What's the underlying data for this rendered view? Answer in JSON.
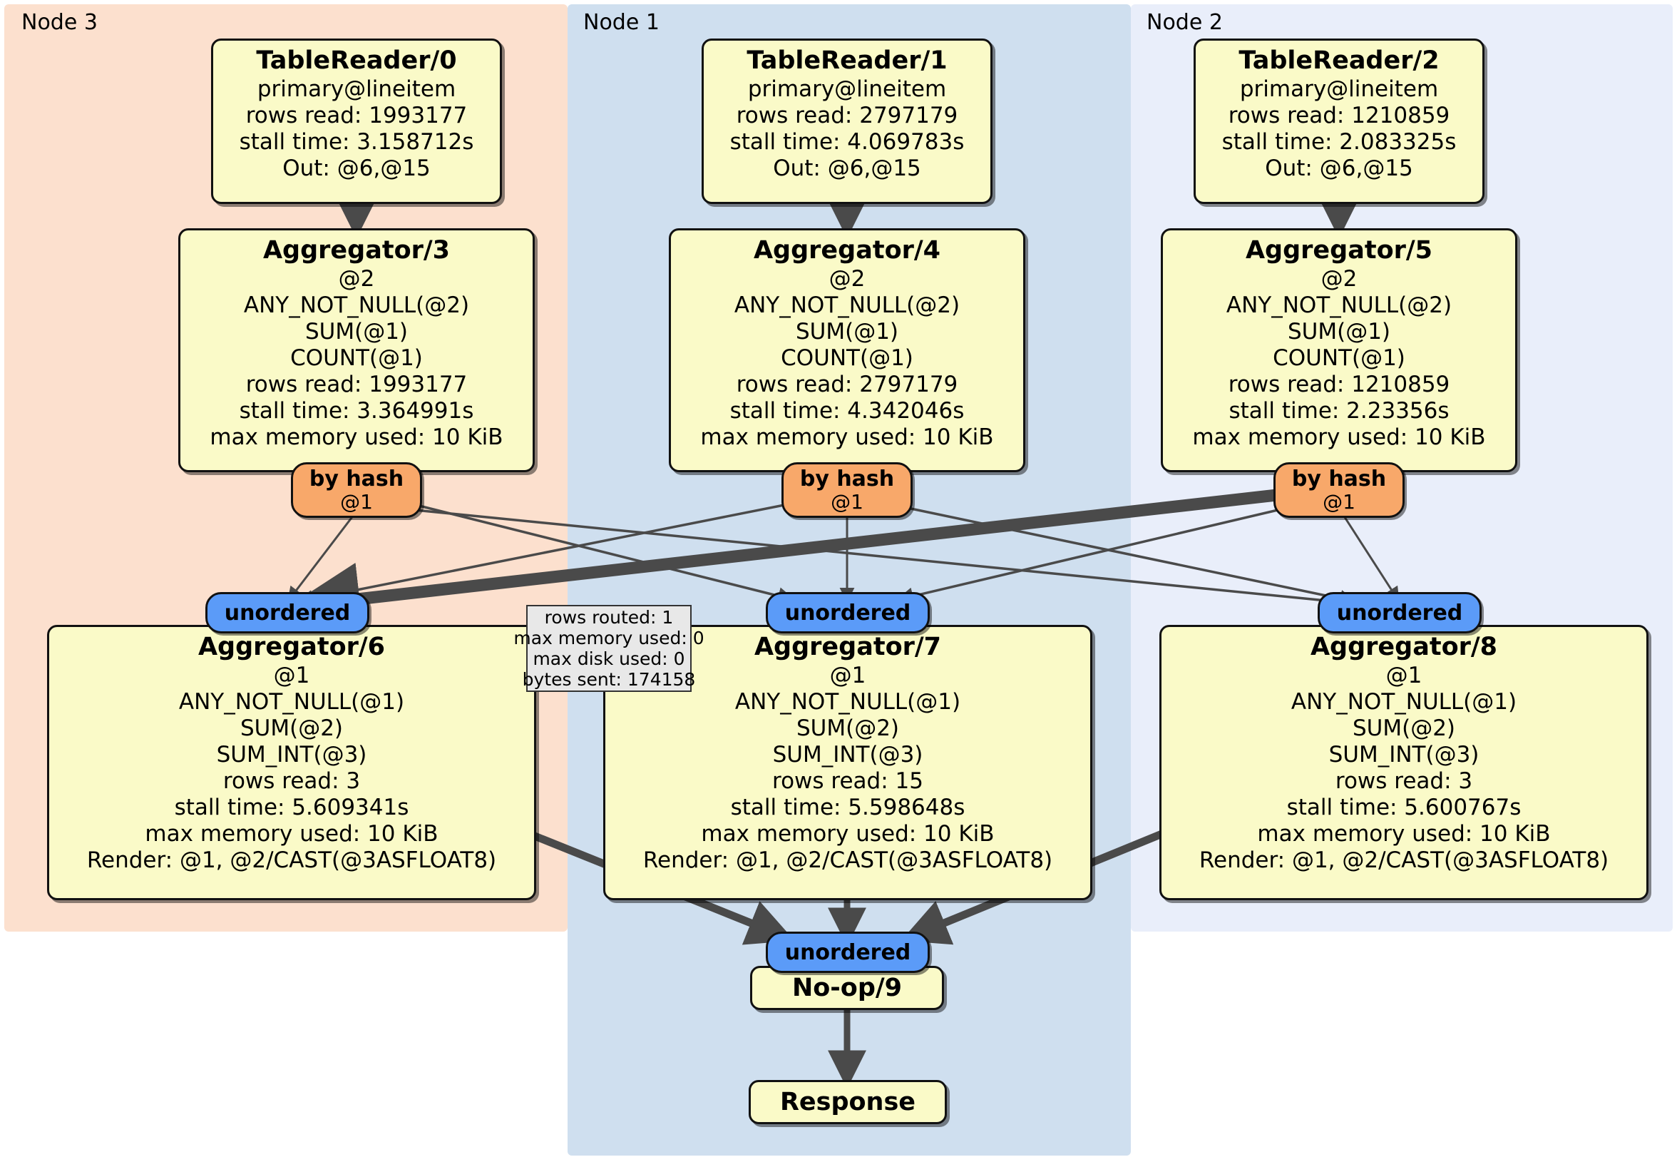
{
  "regions": [
    {
      "label": "Node 3",
      "color": "#fce0ce"
    },
    {
      "label": "Node 1",
      "color": "#cfdfef"
    },
    {
      "label": "Node 2",
      "color": "#e9eefa"
    }
  ],
  "colors": {
    "node3_bg": "#fce0ce",
    "node1_bg": "#cfdfef",
    "node2_bg": "#e9eefa",
    "box_fill": "#fafac8",
    "box_stroke": "#111111",
    "hash_fill": "#f8a86a",
    "unordered_fill": "#5b9bf8",
    "stats_fill": "#e8e8e8",
    "edge": "#4a4a4a"
  },
  "table_readers": [
    {
      "title": "TableReader/0",
      "lines": [
        "primary@lineitem",
        "rows read: 1993177",
        "stall time: 3.158712s",
        "Out: @6,@15"
      ]
    },
    {
      "title": "TableReader/1",
      "lines": [
        "primary@lineitem",
        "rows read: 2797179",
        "stall time: 4.069783s",
        "Out: @6,@15"
      ]
    },
    {
      "title": "TableReader/2",
      "lines": [
        "primary@lineitem",
        "rows read: 1210859",
        "stall time: 2.083325s",
        "Out: @6,@15"
      ]
    }
  ],
  "aggregators_mid": [
    {
      "title": "Aggregator/3",
      "lines": [
        "@2",
        "ANY_NOT_NULL(@2)",
        "SUM(@1)",
        "COUNT(@1)",
        "rows read: 1993177",
        "stall time: 3.364991s",
        "max memory used: 10 KiB"
      ]
    },
    {
      "title": "Aggregator/4",
      "lines": [
        "@2",
        "ANY_NOT_NULL(@2)",
        "SUM(@1)",
        "COUNT(@1)",
        "rows read: 2797179",
        "stall time: 4.342046s",
        "max memory used: 10 KiB"
      ]
    },
    {
      "title": "Aggregator/5",
      "lines": [
        "@2",
        "ANY_NOT_NULL(@2)",
        "SUM(@1)",
        "COUNT(@1)",
        "rows read: 1210859",
        "stall time: 2.23356s",
        "max memory used: 10 KiB"
      ]
    }
  ],
  "aggregators_bottom": [
    {
      "title": "Aggregator/6",
      "lines": [
        "@1",
        "ANY_NOT_NULL(@1)",
        "SUM(@2)",
        "SUM_INT(@3)",
        "rows read: 3",
        "stall time: 5.609341s",
        "max memory used: 10 KiB",
        "Render: @1, @2/CAST(@3ASFLOAT8)"
      ]
    },
    {
      "title": "Aggregator/7",
      "lines": [
        "@1",
        "ANY_NOT_NULL(@1)",
        "SUM(@2)",
        "SUM_INT(@3)",
        "rows read: 15",
        "stall time: 5.598648s",
        "max memory used: 10 KiB",
        "Render: @1, @2/CAST(@3ASFLOAT8)"
      ]
    },
    {
      "title": "Aggregator/8",
      "lines": [
        "@1",
        "ANY_NOT_NULL(@1)",
        "SUM(@2)",
        "SUM_INT(@3)",
        "rows read: 3",
        "stall time: 5.600767s",
        "max memory used: 10 KiB",
        "Render: @1, @2/CAST(@3ASFLOAT8)"
      ]
    }
  ],
  "routers_hash": [
    {
      "label": "by hash",
      "col": "@1"
    },
    {
      "label": "by hash",
      "col": "@1"
    },
    {
      "label": "by hash",
      "col": "@1"
    }
  ],
  "routers_unordered": [
    {
      "label": "unordered"
    },
    {
      "label": "unordered"
    },
    {
      "label": "unordered"
    }
  ],
  "final_unordered": {
    "label": "unordered"
  },
  "noop": {
    "title": "No-op/9"
  },
  "response": {
    "title": "Response"
  },
  "stats_box": {
    "lines": [
      "rows routed: 1",
      "max memory used: 0",
      "max disk used: 0",
      "bytes sent: 174158"
    ]
  }
}
